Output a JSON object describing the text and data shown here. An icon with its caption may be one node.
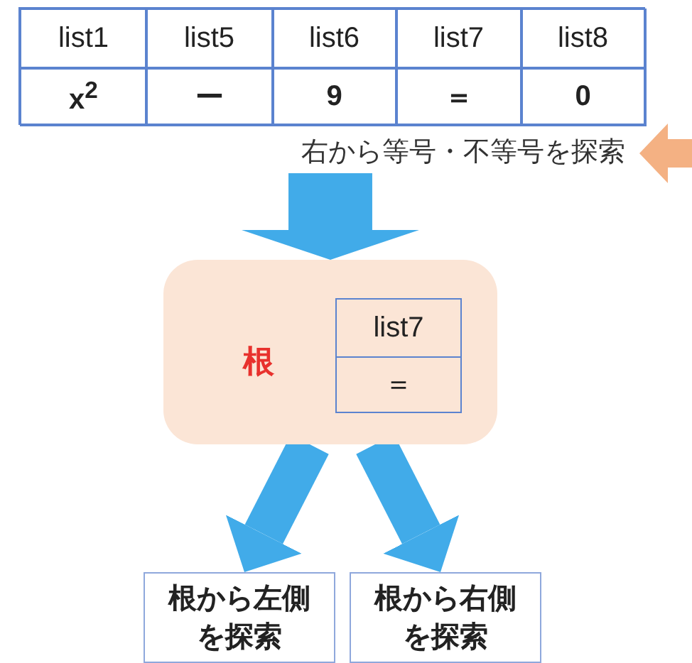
{
  "diagram": {
    "nodes": [
      {
        "text": [],
        "shape": "box"
      },
      {
        "text": [
          "右から等号・不等号を探索"
        ]
      },
      {
        "text": [
          "根"
        ]
      },
      {
        "text": [
          "list7",
          "＝"
        ],
        "in": 2
      },
      {
        "text": [
          "根から左側を探索"
        ]
      },
      {
        "text": [
          "根から右側を探索"
        ]
      }
    ],
    "edges": [
      {
        "from": 1,
        "to": 2,
        "arrow": "to",
        "style": "thick"
      },
      {
        "from": null,
        "to": 1,
        "arrow": "to",
        "color": "#f4b183"
      },
      {
        "from": 2,
        "to": 4,
        "arrow": "to"
      },
      {
        "from": 2,
        "to": 5,
        "arrow": "to"
      }
    ],
    "labels": [
      "list1",
      "list5",
      "list6",
      "list7",
      "list8",
      "x$^{2}$",
      "ー",
      "9",
      "＝",
      "0"
    ]
  }
}
